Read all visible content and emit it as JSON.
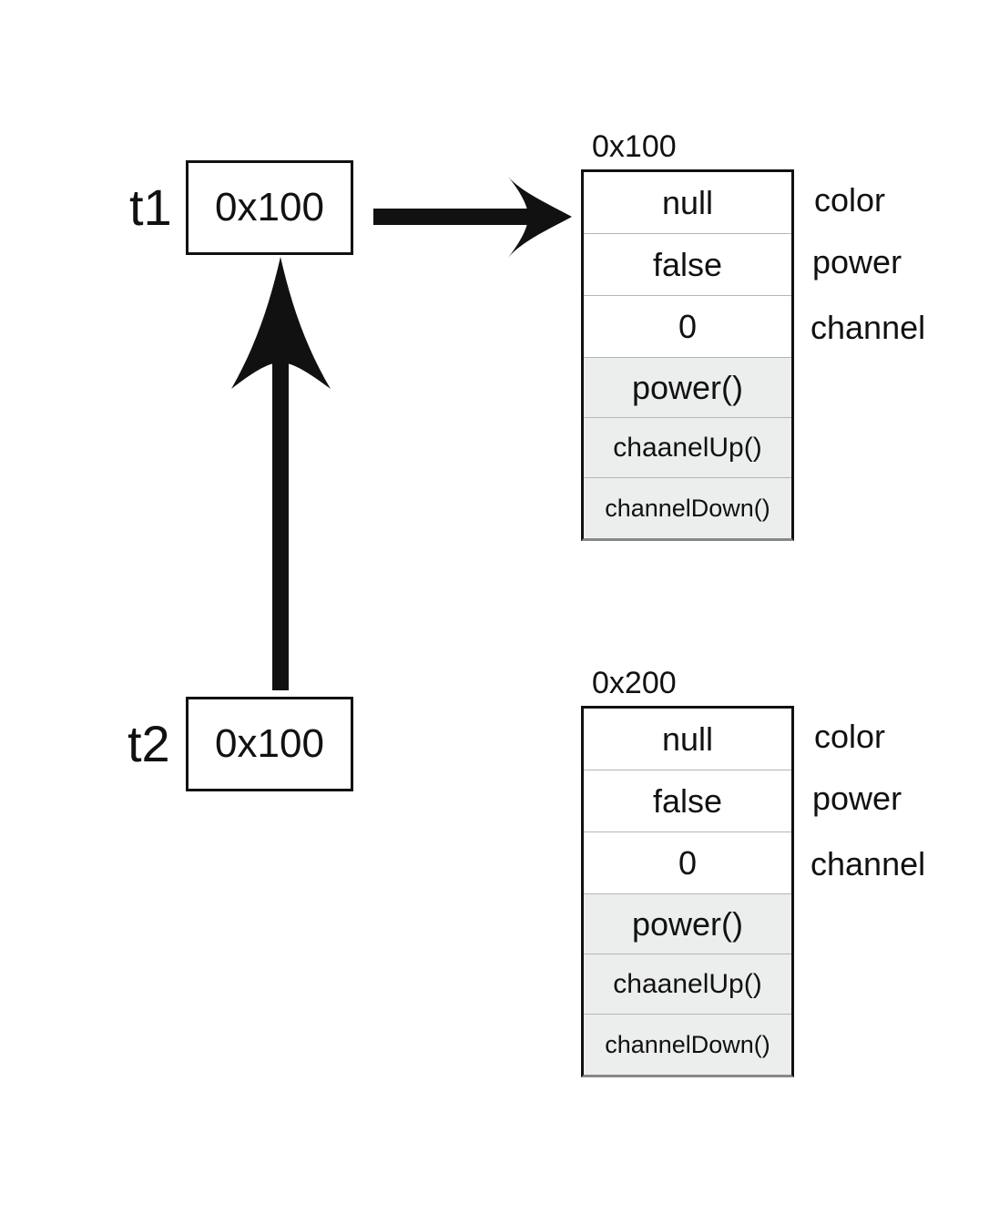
{
  "references": [
    {
      "name": "t1",
      "value": "0x100"
    },
    {
      "name": "t2",
      "value": "0x100"
    }
  ],
  "objects": [
    {
      "address": "0x100",
      "fields": [
        {
          "value": "null",
          "label": "color"
        },
        {
          "value": "false",
          "label": "power"
        },
        {
          "value": "0",
          "label": "channel"
        }
      ],
      "methods": [
        "power()",
        "chaanelUp()",
        "channelDown()"
      ]
    },
    {
      "address": "0x200",
      "fields": [
        {
          "value": "null",
          "label": "color"
        },
        {
          "value": "false",
          "label": "power"
        },
        {
          "value": "0",
          "label": "channel"
        }
      ],
      "methods": [
        "power()",
        "chaanelUp()",
        "channelDown()"
      ]
    }
  ],
  "colors": {
    "stroke": "#111111",
    "method_bg": "#eceeed"
  }
}
